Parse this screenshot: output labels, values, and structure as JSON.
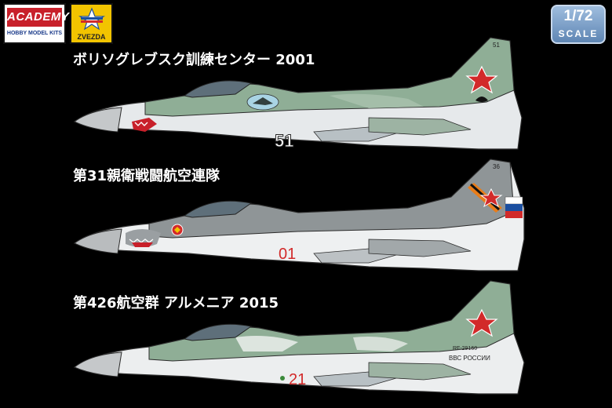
{
  "brands": {
    "academy": {
      "name": "ACADEMY",
      "tagline": "HOBBY MODEL KITS"
    },
    "zvezda": {
      "name": "ZVEZDA"
    }
  },
  "scale": {
    "value": "1/72",
    "label": "SCALE"
  },
  "schemes": [
    {
      "caption": "ボリソグレブスク訓練センター 2001",
      "tail_code": "51",
      "nose_number": "51",
      "colors": {
        "upper": "#8fae96",
        "lower": "#e9ecef",
        "star": "#d22a2a"
      }
    },
    {
      "caption": "第31親衛戦闘航空連隊",
      "tail_code": "36",
      "nose_number": "01",
      "colors": {
        "upper": "#8f9597",
        "lower": "#eef0f1",
        "number": "#d22a2a"
      }
    },
    {
      "caption": "第426航空群 アルメニア 2015",
      "registration": "RF-29160",
      "fuselage_text": "ВВС РОССИИ",
      "nose_number": "21",
      "colors": {
        "upper": "#8fae96",
        "lower": "#eceeef",
        "number": "#d22a2a"
      }
    }
  ]
}
